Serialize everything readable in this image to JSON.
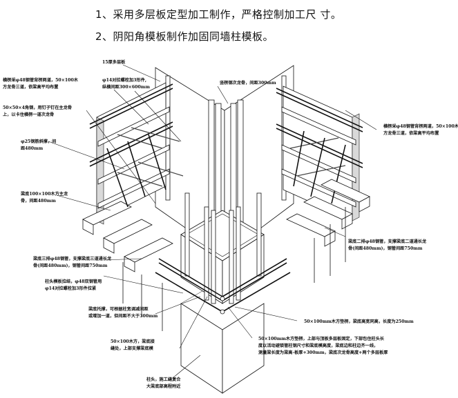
{
  "headings": {
    "line1": "1、采用多层板定型加工制作，严格控制加工尺 寸。",
    "line2": "2、阴阳角模板制作加固同墙柱模板。"
  },
  "labels": {
    "l1": "15厚多层板",
    "l2a": "φ14对拉螺栓加3形件,",
    "l2b": "纵横间距300×600mm",
    "l3": "竖楞钢次龙骨，间距300mm",
    "l4a": "横楞采φ48钢管背楞两道，50×100木",
    "l4b": "方龙骨三道，依梁高平均布置",
    "l5a": "50×50×4角钢，用钉子钉在主龙骨",
    "l5b": "上，以卡住横楞一道次龙骨",
    "l6a": "φ25钢筋斜撑，间",
    "l6b": "距480mm",
    "l7a": "横楞采φ48钢管背楞两道，50×100木",
    "l7b": "方龙骨三道，依梁高平均布置",
    "l8a": "梁底100×100木方主龙",
    "l8b": "骨，间距480mm",
    "l9a": "梁底二排φ48钢管，支撑梁底二道通长龙",
    "l9b": "骨(间距480mm)，钢管间距750mm",
    "l10a": "梁底三排φ48钢管，支撑梁底三道通长龙",
    "l10b": "骨(间距480mm)，钢管间距750mm",
    "l11a": "柱头模板拉结，φ48双钢管用",
    "l11b": "φ14对拉螺栓加3形件拉紧",
    "l12a": "梁底托撑，可根据柱宽调减间距",
    "l12b": "或增加一道，但间距不大于300mm",
    "l13": "50×100mm木方垫楞，梁底高宽同高，长度为250mm",
    "l14a": "50×100木方，梁底接",
    "l14b": "缝处，上部支撑梁底模",
    "l15a": "50×100mm木方垫楞，上部与顶板多层板固定，下部包住柱头长",
    "l15b": "度以活动避锁管柱钢尺寸和梁底模高度，梁底边和柱边齐一线，",
    "l15c": "测量梁长度为梁高-板厚+300mm，梁底次龙骨高度+两个多层板厚",
    "l16a": "柱头，施工缝复合",
    "l16b": "大梁底部高程附近"
  }
}
